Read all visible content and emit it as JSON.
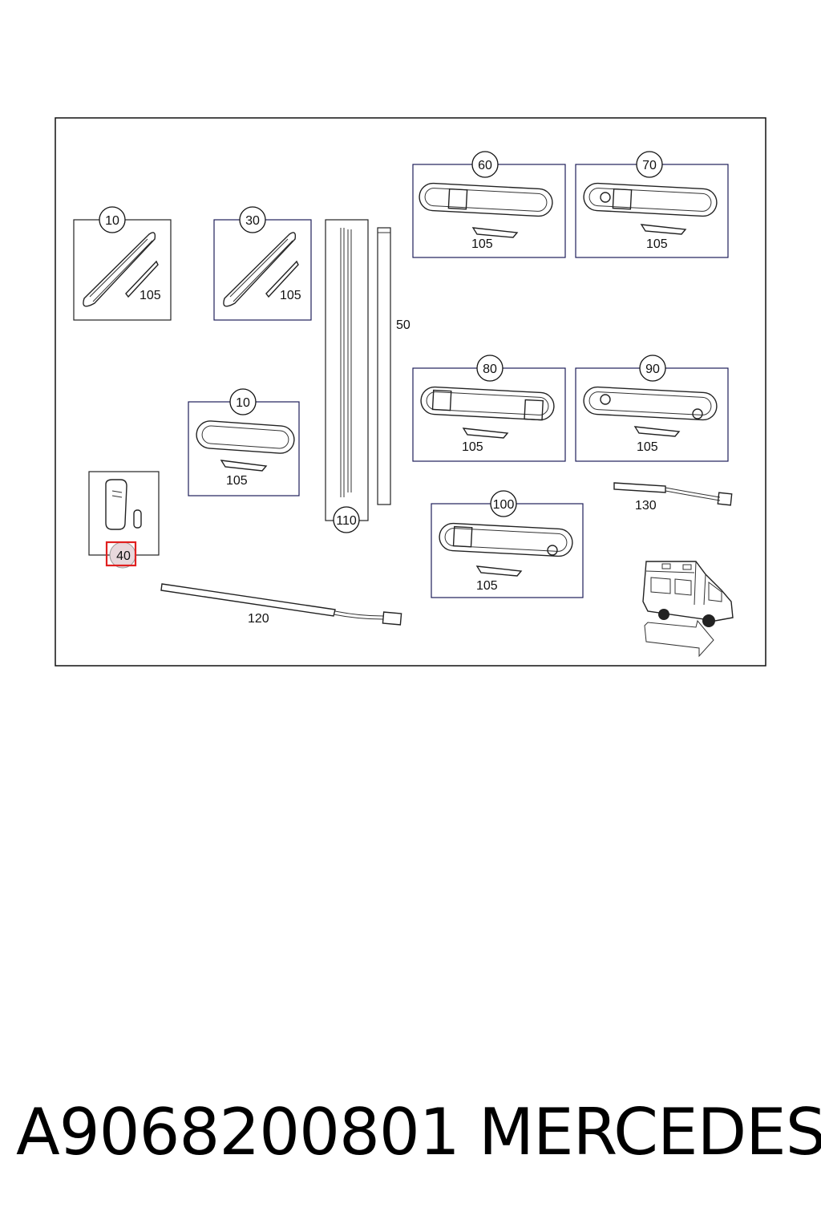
{
  "diagram": {
    "callouts": {
      "c10a": "10",
      "c30": "30",
      "c50": "50",
      "c60": "60",
      "c70": "70",
      "c80": "80",
      "c90": "90",
      "c100": "100",
      "c10b": "10",
      "c40": "40",
      "c110": "110",
      "c120": "120",
      "c130": "130",
      "c105_10a": "105",
      "c105_30": "105",
      "c105_60": "105",
      "c105_70": "105",
      "c105_80": "105",
      "c105_90": "105",
      "c105_10b": "105",
      "c105_100": "105"
    },
    "highlight_color": "#e02020"
  },
  "footer": {
    "part_number": "A9068200801",
    "brand": "MERCEDES"
  }
}
